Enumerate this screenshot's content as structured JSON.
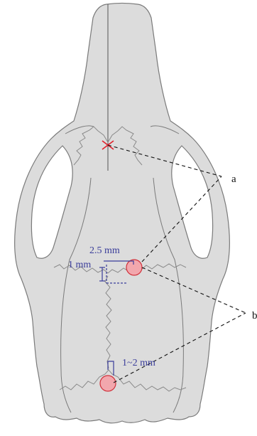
{
  "colors": {
    "bone_fill": "#dcdcdc",
    "bone_stroke": "#7a7a7a",
    "suture": "#8a8a8a",
    "midline": "#555555",
    "measure": "#3a3d9a",
    "hole_fill": "#f2a7ad",
    "hole_stroke": "#d0313b",
    "marker": "#e0202a",
    "leader": "#111111"
  },
  "labels": {
    "a": "a",
    "b": "b"
  },
  "measurements": {
    "width": "2.5 mm",
    "depth": "1 mm",
    "offset": "1~2 mm"
  },
  "icons": {
    "skull": "skull-top-view-icon",
    "marker": "cross-marker-icon",
    "hole": "circle-hole-icon"
  }
}
